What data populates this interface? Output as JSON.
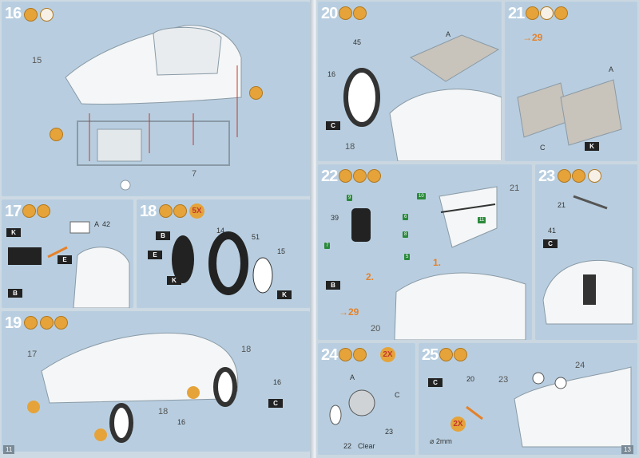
{
  "left_page": {
    "page_number": "11",
    "steps": [
      {
        "num": "16",
        "labels": {
          "a": "15",
          "b": "7"
        }
      },
      {
        "num": "17",
        "refs": {
          "a": "A",
          "b": "42"
        },
        "tags": {
          "e": "E",
          "b": "B",
          "k": "K"
        }
      },
      {
        "num": "18",
        "multiplier": "5X",
        "refs": {
          "b14": "14",
          "d51": "51",
          "b15": "15"
        },
        "tags": {
          "b": "B",
          "e": "E",
          "k1": "K",
          "k2": "K"
        }
      },
      {
        "num": "19",
        "labels": {
          "a": "17",
          "b": "18",
          "c": "18"
        },
        "refs": {
          "c16a": "16",
          "c16b": "16"
        },
        "tags": {
          "c": "C"
        }
      }
    ]
  },
  "right_page": {
    "page_number": "13",
    "steps": [
      {
        "num": "20",
        "labels": {
          "a": "18"
        },
        "refs": {
          "b45": "45",
          "c16": "16",
          "a": "A"
        },
        "tags": {
          "c": "C"
        }
      },
      {
        "num": "21",
        "arrow_target": "29",
        "refs": {
          "c": "C",
          "a": "A"
        },
        "tags": {
          "k": "K"
        }
      },
      {
        "num": "22",
        "labels": {
          "a": "21",
          "b": "20"
        },
        "refs": {
          "b39": "39"
        },
        "steps_note": {
          "one": "1.",
          "two": "2."
        },
        "arrow_target": "29",
        "decals": {
          "d9": "9",
          "d10": "10",
          "d6": "6",
          "d7": "7",
          "d8": "8",
          "d11": "11",
          "d5": "5"
        },
        "tags": {
          "b": "B"
        }
      },
      {
        "num": "23",
        "refs": {
          "b21": "21",
          "b41": "41"
        },
        "tags": {
          "c": "C"
        }
      },
      {
        "num": "24",
        "multiplier": "2X",
        "refs": {
          "a": "A",
          "c": "C",
          "b23": "23",
          "e22": "22",
          "clear": "Clear"
        }
      },
      {
        "num": "25",
        "multiplier": "2X",
        "labels": {
          "a": "23",
          "b": "24"
        },
        "refs": {
          "b20": "20",
          "diameter": "⌀ 2mm"
        },
        "tags": {
          "c": "C"
        }
      }
    ]
  }
}
